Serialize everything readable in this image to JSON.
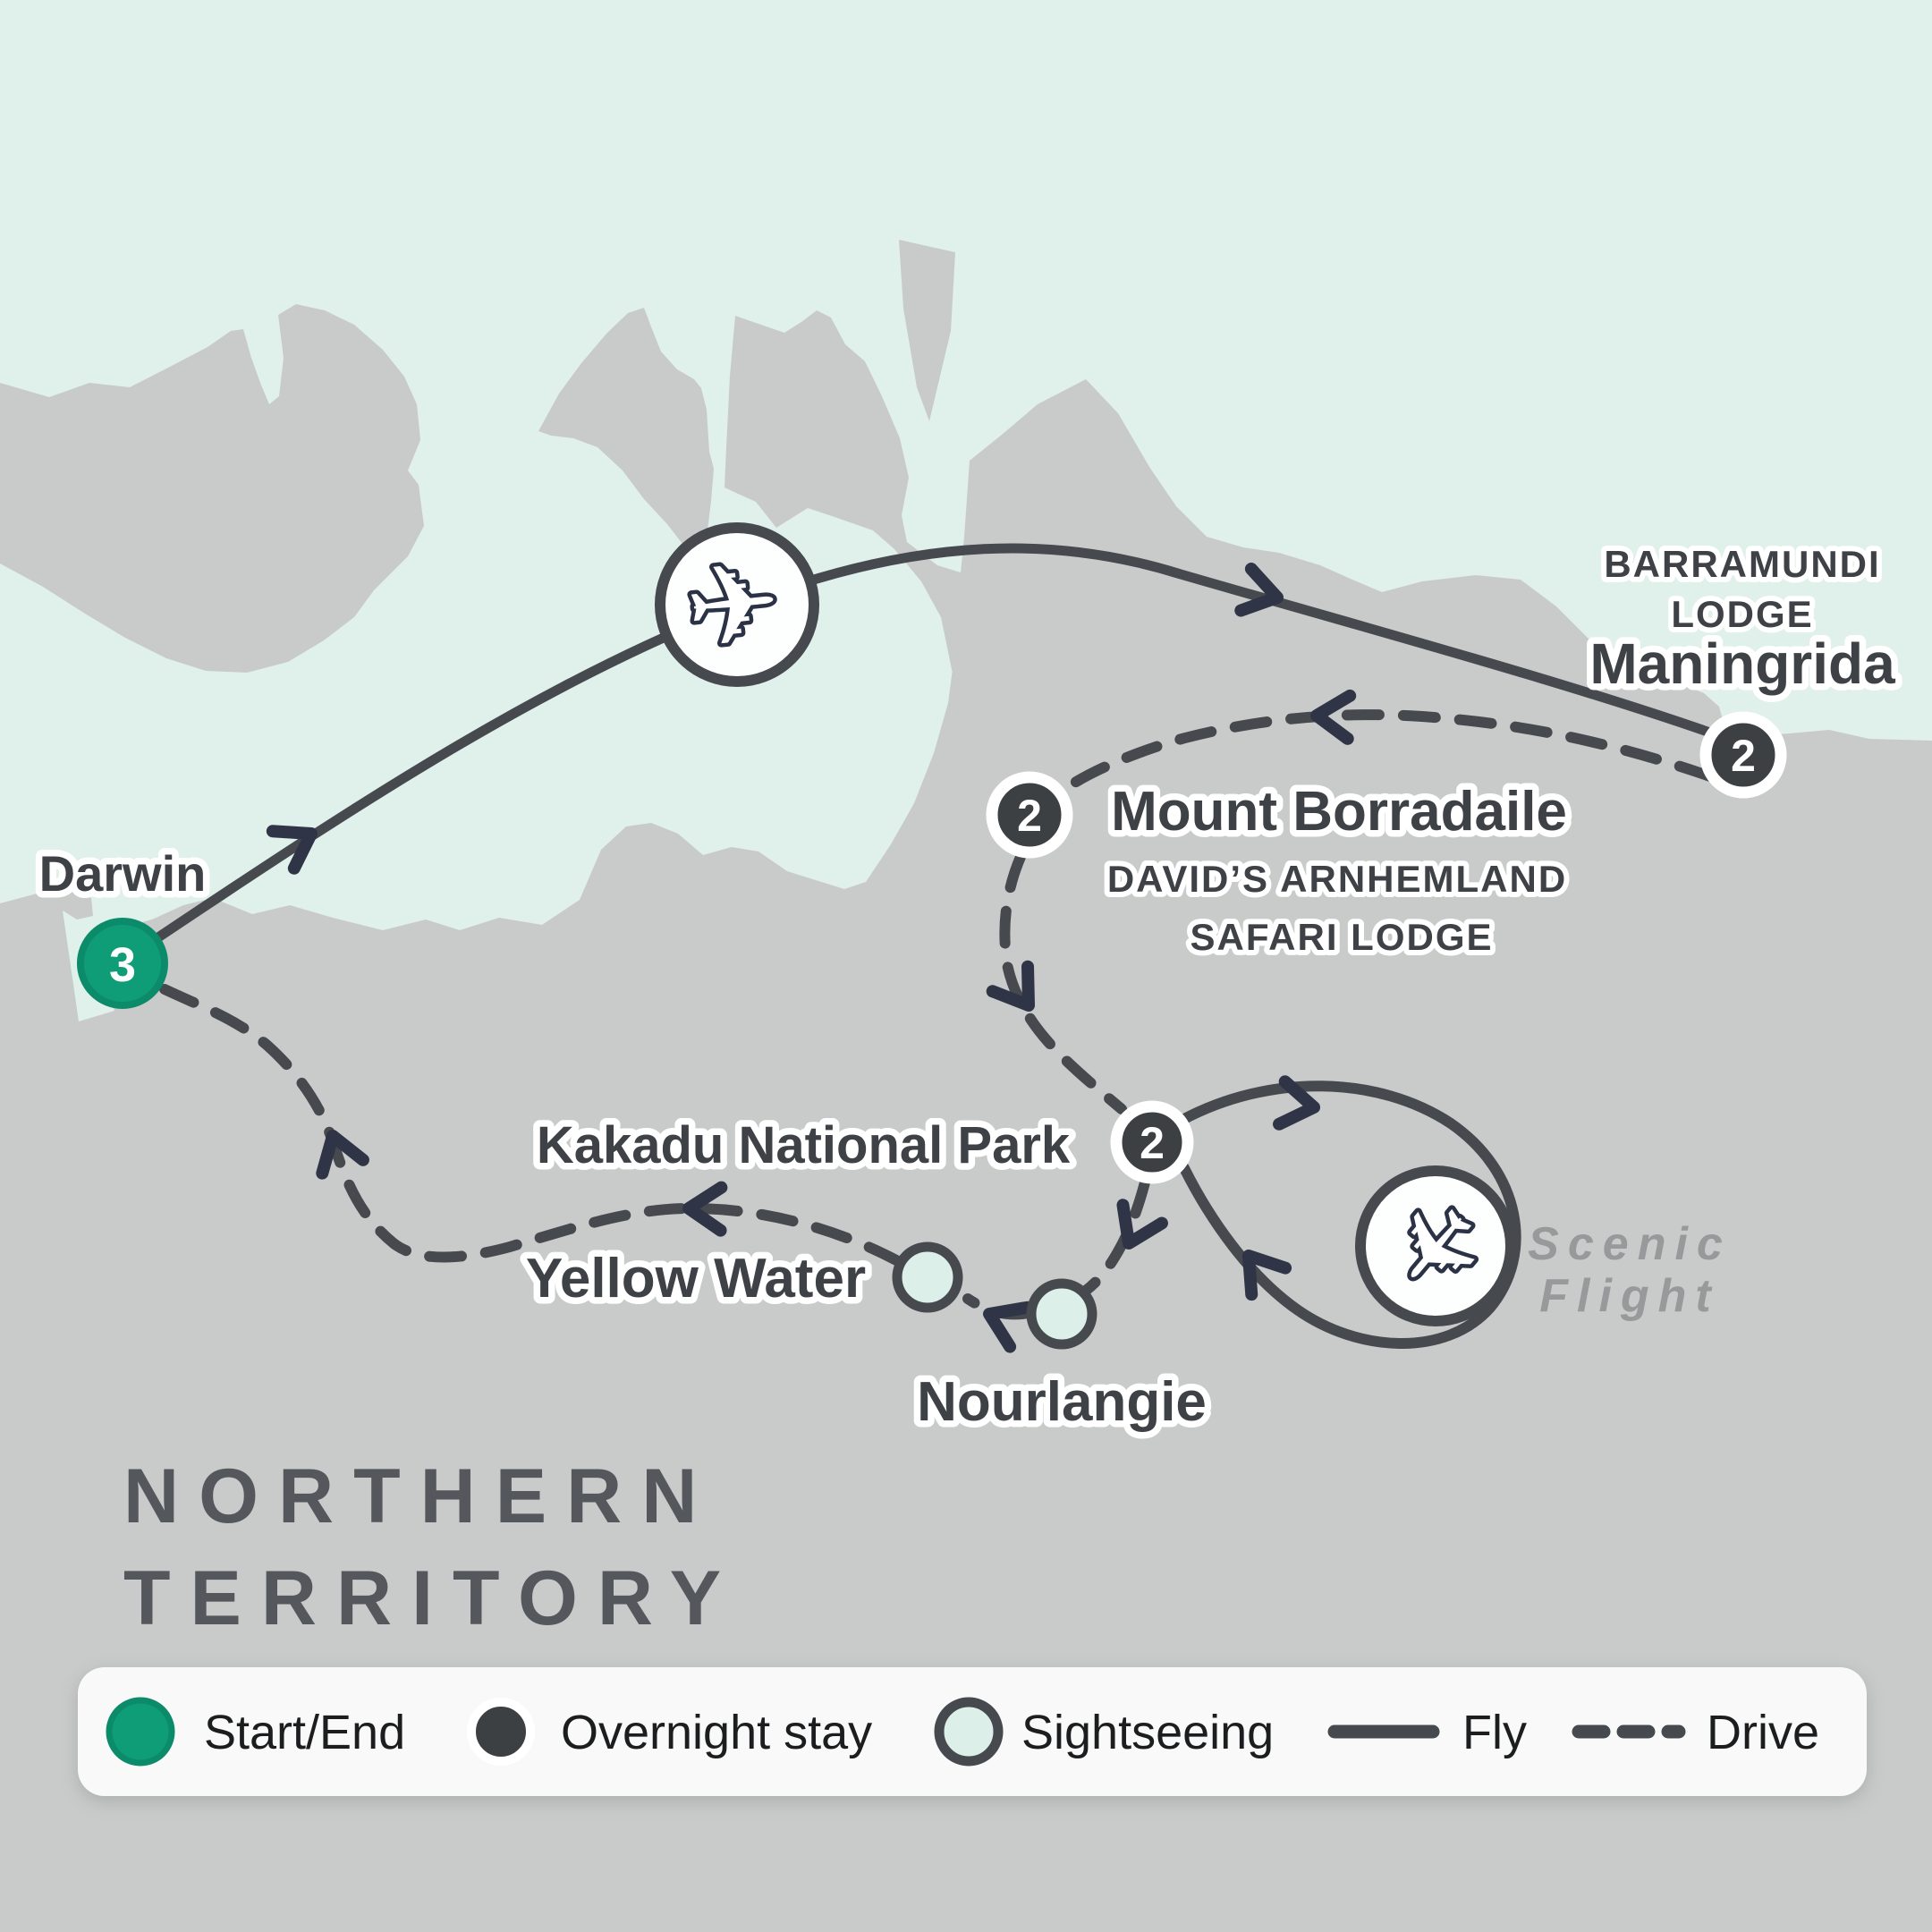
{
  "region_label": {
    "line1": "NORTHERN",
    "line2": "TERRITORY"
  },
  "stops": {
    "darwin": {
      "name": "Darwin",
      "nights": "3",
      "type": "start-end"
    },
    "maningrida": {
      "name": "Maningrida",
      "lodge_line1": "BARRAMUNDI",
      "lodge_line2": "LODGE",
      "nights": "2",
      "type": "overnight"
    },
    "mount_borradaile": {
      "name": "Mount Borradaile",
      "lodge_line1": "DAVID’S ARNHEMLAND",
      "lodge_line2": "SAFARI LODGE",
      "nights": "2",
      "type": "overnight"
    },
    "kakadu": {
      "name": "Kakadu National Park",
      "nights": "2",
      "type": "overnight"
    },
    "yellow_water": {
      "name": "Yellow Water",
      "type": "sightseeing"
    },
    "nourlangie": {
      "name": "Nourlangie",
      "type": "sightseeing"
    }
  },
  "scenic_flight": {
    "line1": "Scenic",
    "line2": "Flight"
  },
  "legend": {
    "start_end": "Start/End",
    "overnight": "Overnight stay",
    "sightseeing": "Sightseeing",
    "fly": "Fly",
    "drive": "Drive"
  },
  "icons": {
    "plane": "✈"
  },
  "colors": {
    "sea": "#e0f0eb",
    "land": "#c9cbca",
    "route": "#46494d",
    "arrow": "#2f3546",
    "green": "#0f9d77",
    "green_dark": "#0b8b69",
    "dark_stop": "#3d4043",
    "sightseeing_fill": "#ddefe9",
    "label": "#3e4247",
    "muted": "#97999b",
    "region_label": "#54575c",
    "legend_bg": "#f8f9f8",
    "legend_text": "#1b1d1f",
    "plane": "#2b3245"
  }
}
